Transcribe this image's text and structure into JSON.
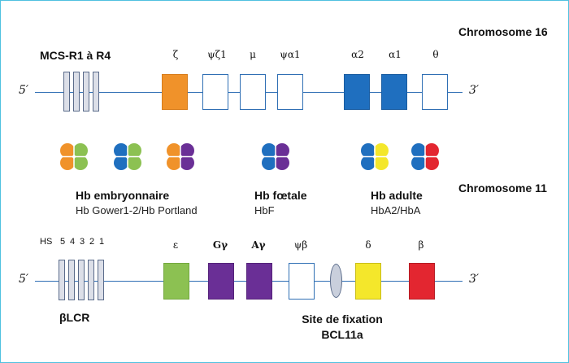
{
  "chromosome16": {
    "title": "Chromosome 16",
    "mcs_label": "MCS-R1 à R4",
    "left_end": "5′",
    "right_end": "3′",
    "genes": [
      {
        "label": "ζ",
        "color": "#f0922a",
        "filled": true
      },
      {
        "label": "ψζ1",
        "color": "#ffffff",
        "filled": false
      },
      {
        "label": "μ",
        "color": "#ffffff",
        "filled": false
      },
      {
        "label": "ψα1",
        "color": "#ffffff",
        "filled": false
      },
      {
        "label": "α2",
        "color": "#1f6fbf",
        "filled": true
      },
      {
        "label": "α1",
        "color": "#1f6fbf",
        "filled": true
      },
      {
        "label": "θ",
        "color": "#ffffff",
        "filled": false
      }
    ]
  },
  "hemoglobins": [
    {
      "title": "Hb embryonnaire",
      "subtitle": "Hb Gower1-2/Hb Portland"
    },
    {
      "title": "Hb fœtale",
      "subtitle": "HbF"
    },
    {
      "title": "Hb adulte",
      "subtitle": "HbA2/HbA"
    }
  ],
  "chromosome11": {
    "title": "Chromosome 11",
    "hs_prefix": "HS",
    "hs_sites": [
      "5",
      "4",
      "3",
      "2",
      "1"
    ],
    "left_end": "5′",
    "right_end": "3′",
    "lcr_label": "βLCR",
    "binding_site_label_line1": "Site de fixation",
    "binding_site_label_line2": "BCL11a",
    "genes": [
      {
        "label": "ε",
        "color": "#8cc152",
        "filled": true
      },
      {
        "label": "Gγ",
        "color": "#6a2f96",
        "filled": true
      },
      {
        "label": "Aγ",
        "color": "#6a2f96",
        "filled": true
      },
      {
        "label": "ψβ",
        "color": "#ffffff",
        "filled": false
      },
      {
        "label": "δ",
        "color": "#f4e72b",
        "filled": true
      },
      {
        "label": "β",
        "color": "#e32630",
        "filled": true
      }
    ]
  },
  "colors": {
    "zeta_orange": "#f0922a",
    "alpha_blue": "#1f6fbf",
    "epsilon_green": "#8cc152",
    "gamma_purple": "#6a2f96",
    "delta_yellow": "#f4e72b",
    "beta_red": "#e32630",
    "line_blue": "#2f6fb4",
    "lcr_grey": "#dcdfe8"
  }
}
